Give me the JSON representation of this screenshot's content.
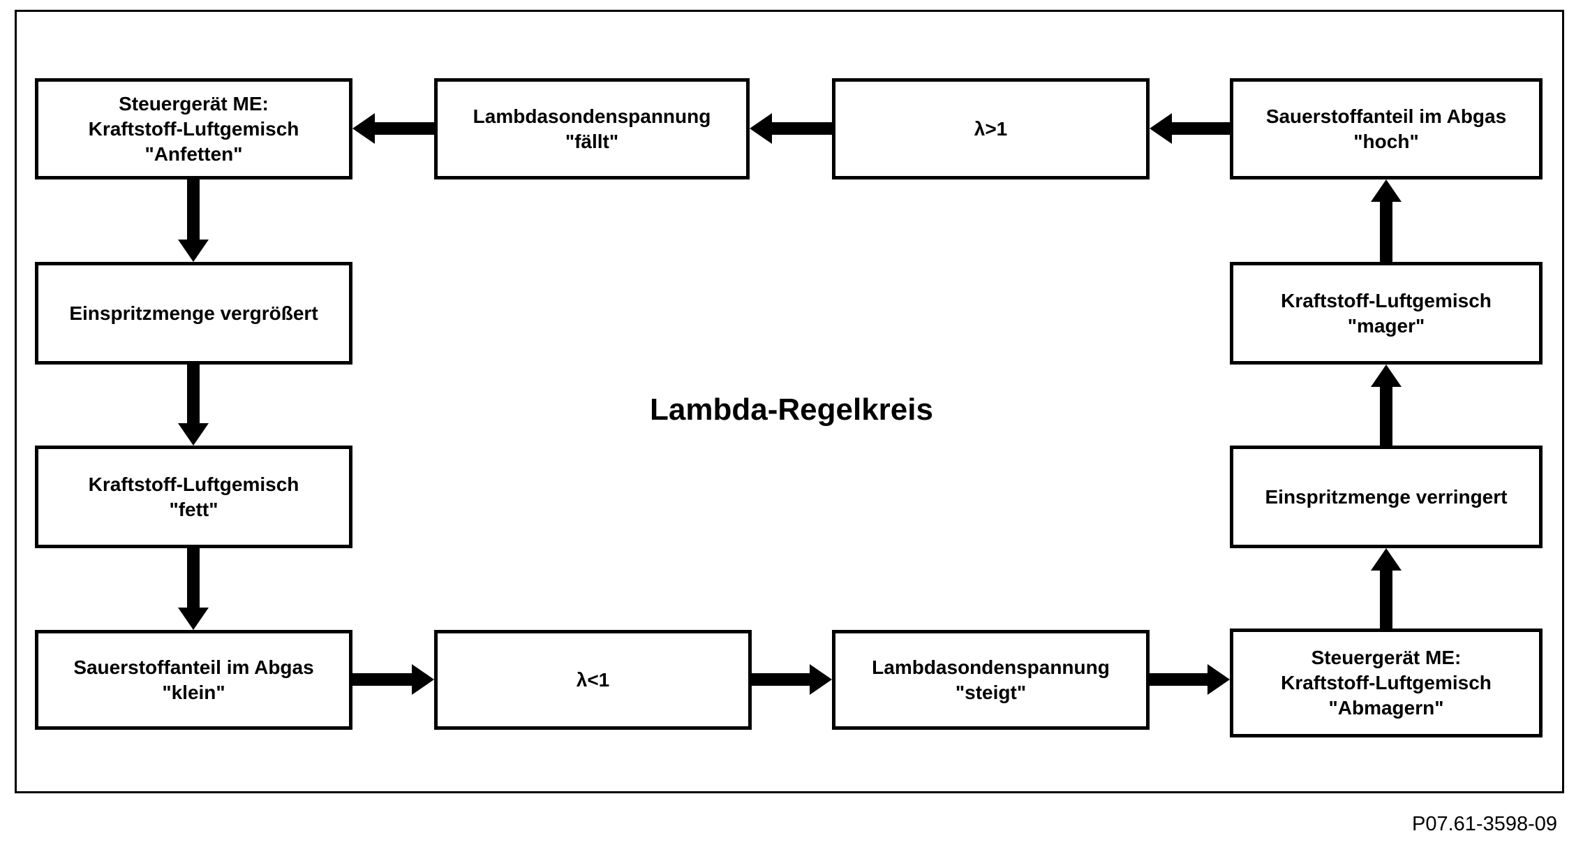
{
  "diagram": {
    "title": "Lambda-Regelkreis",
    "figure_code": "P07.61-3598-09",
    "nodes": {
      "ecu_enrich": "Steuergerät ME:\nKraftstoff-Luftgemisch\n\"Anfetten\"",
      "lambda_voltage_falls": "Lambdasondenspannung\n\"fällt\"",
      "lambda_greater_1": "λ>1",
      "oxygen_high": "Sauerstoffanteil im Abgas\n\"hoch\"",
      "injection_increased": "Einspritzmenge vergrößert",
      "mixture_rich": "Kraftstoff-Luftgemisch\n\"fett\"",
      "oxygen_low": "Sauerstoffanteil im Abgas\n\"klein\"",
      "lambda_less_1": "λ<1",
      "lambda_voltage_rises": "Lambdasondenspannung\n\"steigt\"",
      "ecu_lean": "Steuergerät ME:\nKraftstoff-Luftgemisch\n\"Abmagern\"",
      "injection_reduced": "Einspritzmenge verringert",
      "mixture_lean": "Kraftstoff-Luftgemisch\n\"mager\""
    }
  }
}
